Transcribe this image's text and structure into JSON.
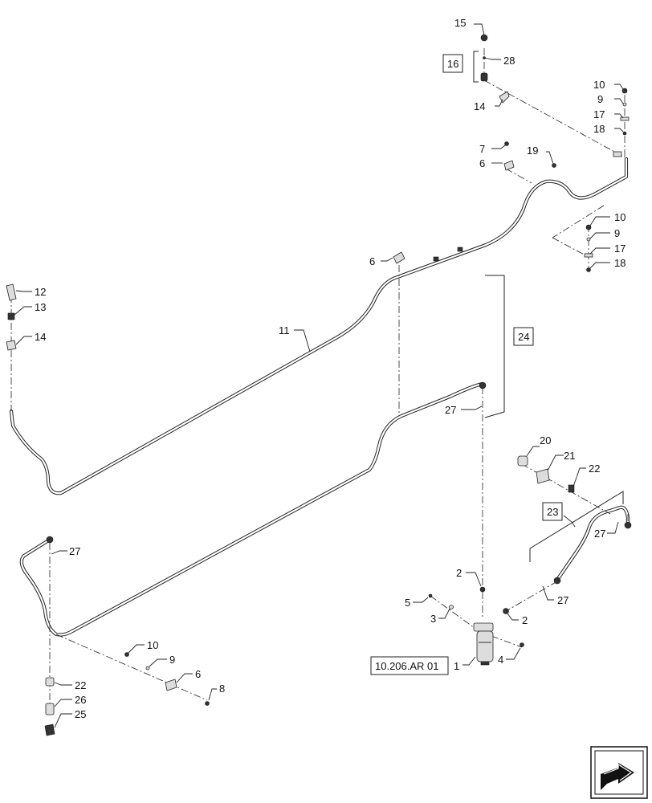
{
  "callouts": {
    "c1": "1",
    "c2a": "2",
    "c2b": "2",
    "c3": "3",
    "c4": "4",
    "c5": "5",
    "c6a": "6",
    "c6b": "6",
    "c6c": "6",
    "c7": "7",
    "c8": "8",
    "c9a": "9",
    "c9b": "9",
    "c9c": "9",
    "c10a": "10",
    "c10b": "10",
    "c10c": "10",
    "c11": "11",
    "c12": "12",
    "c13": "13",
    "c14a": "14",
    "c14b": "14",
    "c15": "15",
    "c16": "16",
    "c17a": "17",
    "c17b": "17",
    "c18a": "18",
    "c18b": "18",
    "c19": "19",
    "c20": "20",
    "c21": "21",
    "c22a": "22",
    "c22b": "22",
    "c23": "23",
    "c24": "24",
    "c25": "25",
    "c26": "26",
    "c27a": "27",
    "c27b": "27",
    "c27c": "27",
    "c27d": "27",
    "c28": "28"
  },
  "reference": "10.206.AR 01",
  "icons": {
    "nav": "next-page-arrow-icon"
  }
}
